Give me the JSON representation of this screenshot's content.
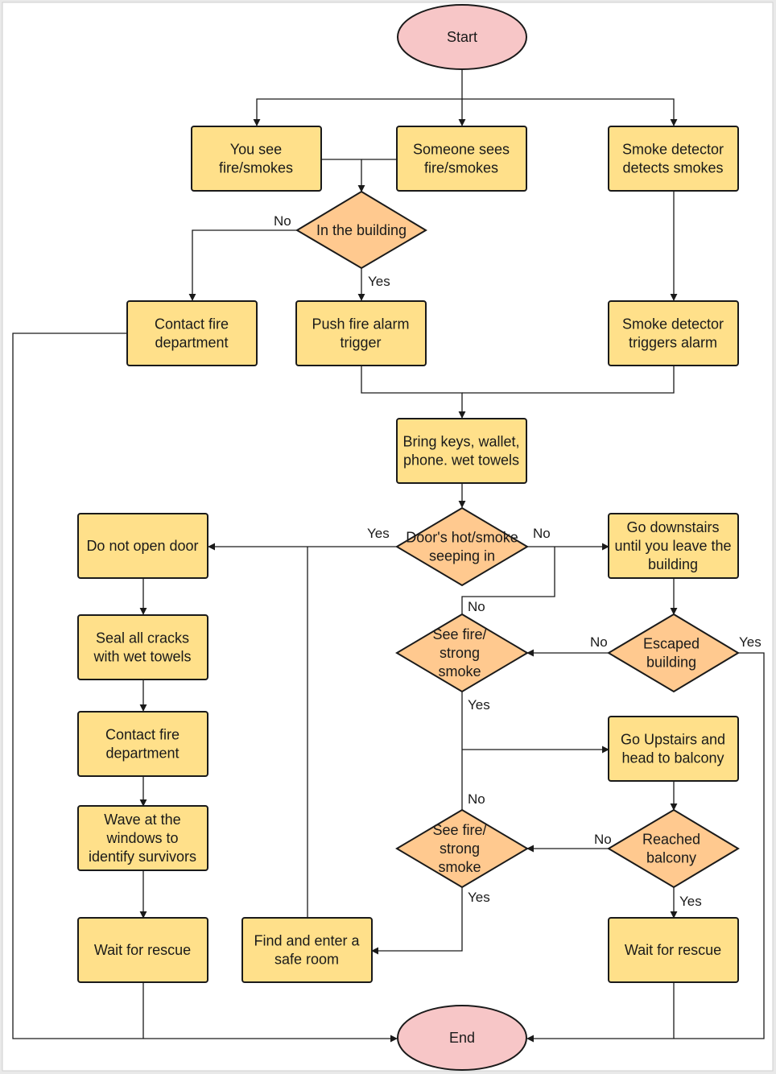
{
  "nodes": {
    "start": "Start",
    "you_see": "You see\nfire/smokes",
    "someone_sees": "Someone sees\nfire/smokes",
    "smoke_detects": "Smoke detector\ndetects smokes",
    "in_building": "In the building",
    "contact_fire_1": "Contact fire\ndepartment",
    "push_alarm": "Push fire alarm\ntrigger",
    "smoke_triggers": "Smoke detector\ntriggers alarm",
    "bring_keys": "Bring keys, wallet,\nphone. wet towels",
    "doors_hot": "Door's hot/smoke\nseeping in",
    "do_not_open": "Do not open door",
    "go_downstairs": "Go downstairs\nuntil you leave the\nbuilding",
    "seal_cracks": "Seal all cracks\nwith wet towels",
    "see_fire_1": "See fire/\nstrong\nsmoke",
    "escaped": "Escaped\nbuilding",
    "contact_fire_2": "Contact fire\ndepartment",
    "go_upstairs": "Go Upstairs and\nhead to balcony",
    "wave": "Wave at the\nwindows to\nidentify survivors",
    "see_fire_2": "See fire/\nstrong\nsmoke",
    "reached_balcony": "Reached\nbalcony",
    "wait_rescue_1": "Wait for rescue",
    "find_safe_room": "Find and enter a\nsafe room",
    "wait_rescue_2": "Wait for rescue",
    "end": "End"
  },
  "edge_labels": {
    "no_in_building": "No",
    "yes_in_building": "Yes",
    "yes_door": "Yes",
    "no_door": "No",
    "no_see_fire_1_entry": "No",
    "no_escaped": "No",
    "yes_escaped": "Yes",
    "yes_see_fire_1": "Yes",
    "no_see_fire_2": "No",
    "no_reached": "No",
    "yes_see_fire_2": "Yes",
    "yes_reached": "Yes"
  },
  "colors": {
    "process_fill": "#ffe08a",
    "decision_fill": "#ffc98f",
    "terminal_fill": "#f7c6c7",
    "stroke": "#1a1a1a"
  }
}
